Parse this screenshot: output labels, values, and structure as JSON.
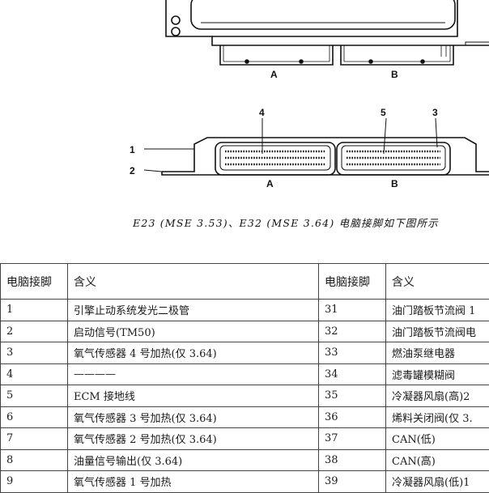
{
  "diagram": {
    "connector_labels": [
      "A",
      "B"
    ],
    "callouts": [
      "1",
      "2",
      "3",
      "4",
      "5"
    ]
  },
  "caption": "E23 (MSE 3.53)、E32 (MSE 3.64) 电脑接脚如下图所示",
  "table": {
    "headers": [
      "电脑接脚",
      "含义",
      "电脑接脚",
      "含义"
    ],
    "rows": [
      [
        "1",
        "引擎止动系统发光二极管",
        "31",
        "油门踏板节流阀 1"
      ],
      [
        "2",
        "启动信号(TM50)",
        "32",
        "油门踏板节流阀电"
      ],
      [
        "3",
        "氧气传感器 4 号加热(仅 3.64)",
        "33",
        "燃油泵继电器"
      ],
      [
        "4",
        "————",
        "34",
        "滤毒罐模糊阀"
      ],
      [
        "5",
        "ECM 接地线",
        "35",
        "冷凝器风扇(高)2"
      ],
      [
        "6",
        "氧气传感器 3 号加热(仅 3.64)",
        "36",
        "烯料关闭阀(仅 3."
      ],
      [
        "7",
        "氧气传感器 2 号加热(仅 3.64)",
        "37",
        "CAN(低)"
      ],
      [
        "8",
        "油量信号输出(仅 3.64)",
        "38",
        "CAN(高)"
      ],
      [
        "9",
        "氧气传感器 1 号加热",
        "39",
        "冷凝器风扇(低)1"
      ]
    ]
  }
}
